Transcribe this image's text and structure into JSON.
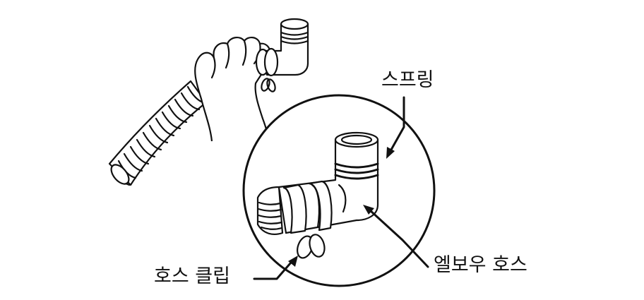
{
  "labels": {
    "spring": "스프링",
    "elbow_hose": "엘보우 호스",
    "hose_clip": "호스 클립"
  },
  "colors": {
    "line": "#111111",
    "background": "#ffffff"
  }
}
